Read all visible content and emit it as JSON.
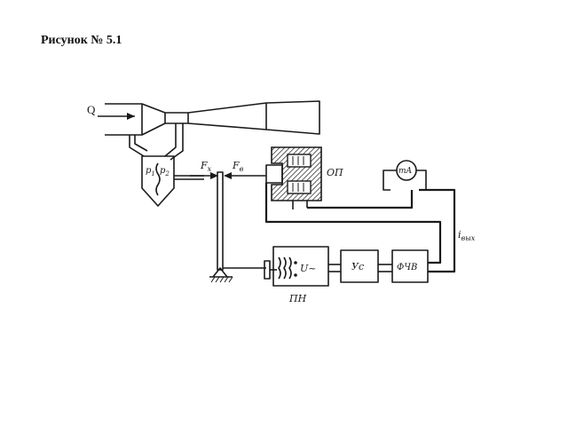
{
  "caption": "Рисунок № 5.1",
  "labels": {
    "flow": "Q",
    "p1": "p",
    "p1_sub": "1",
    "p2": "p",
    "p2_sub": "2",
    "fx": "F",
    "fx_sub": "x",
    "fv": "F",
    "fv_sub": "в",
    "op": "ОП",
    "ma": "mA",
    "i_out": "i",
    "i_out_sub": "вых",
    "us": "Ус",
    "fchv": "ФЧВ",
    "u_tilde": "U~",
    "pn": "ПН"
  },
  "colors": {
    "ink": "#1a1a1a",
    "background": "#ffffff"
  }
}
